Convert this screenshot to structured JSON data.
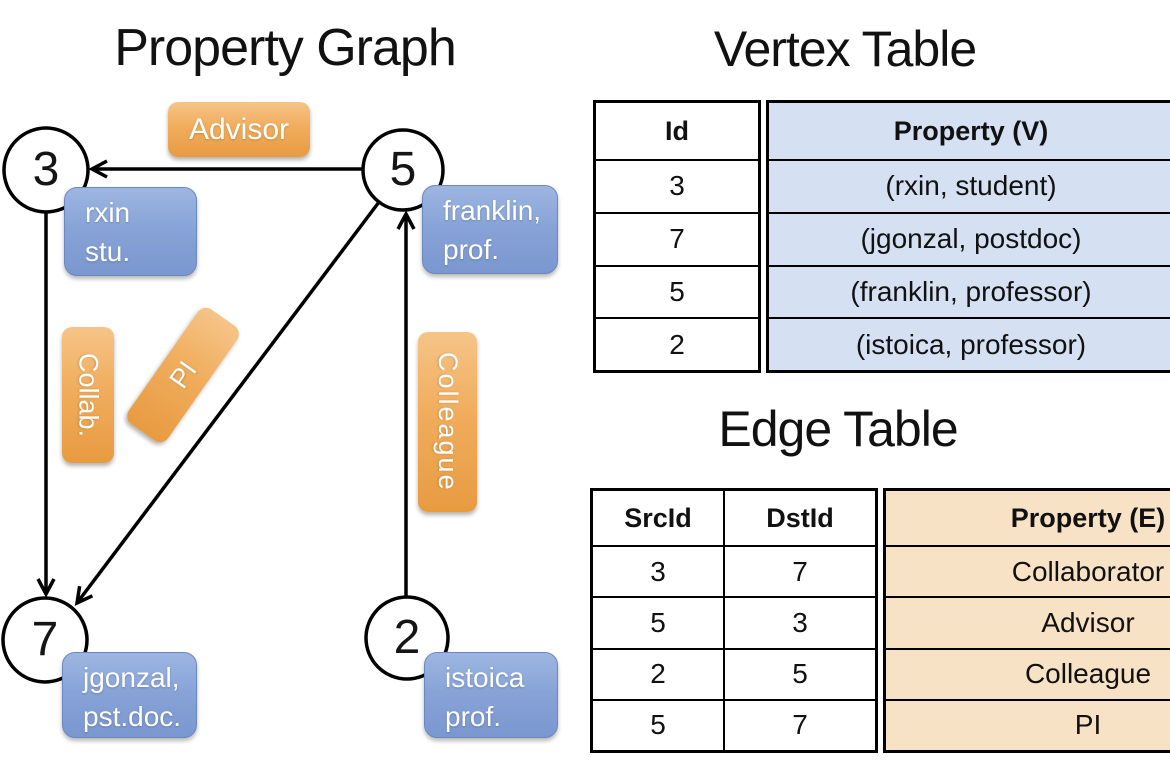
{
  "titles": {
    "graph": "Property Graph",
    "vertex_table": "Vertex Table",
    "edge_table": "Edge Table"
  },
  "graph": {
    "nodes": [
      {
        "id": "3",
        "property_line1": "rxin",
        "property_line2": "stu."
      },
      {
        "id": "5",
        "property_line1": "franklin,",
        "property_line2": "prof."
      },
      {
        "id": "7",
        "property_line1": "jgonzal,",
        "property_line2": "pst.doc."
      },
      {
        "id": "2",
        "property_line1": "istoica",
        "property_line2": "prof."
      }
    ],
    "edge_labels": {
      "advisor": "Advisor",
      "collab": "Collab.",
      "pi": "PI",
      "colleague": "Colleague"
    }
  },
  "vertex_table": {
    "headers": {
      "id": "Id",
      "property": "Property (V)"
    },
    "rows": [
      {
        "id": "3",
        "property": "(rxin, student)"
      },
      {
        "id": "7",
        "property": "(jgonzal, postdoc)"
      },
      {
        "id": "5",
        "property": "(franklin, professor)"
      },
      {
        "id": "2",
        "property": "(istoica, professor)"
      }
    ]
  },
  "edge_table": {
    "headers": {
      "src": "SrcId",
      "dst": "DstId",
      "property": "Property (E)"
    },
    "rows": [
      {
        "src": "3",
        "dst": "7",
        "property": "Collaborator"
      },
      {
        "src": "5",
        "dst": "3",
        "property": "Advisor"
      },
      {
        "src": "2",
        "dst": "5",
        "property": "Colleague"
      },
      {
        "src": "5",
        "dst": "7",
        "property": "PI"
      }
    ]
  },
  "colors": {
    "edge_label_orange_top": "#f6c488",
    "edge_label_orange_bottom": "#e89b41",
    "vertex_box_blue_top": "#9db6e1",
    "vertex_box_blue_bottom": "#7b97d0",
    "vertex_table_fill": "#d5e0f3",
    "edge_table_fill": "#f7e2c6",
    "line_color": "#000000",
    "text_on_boxes": "#ffffff"
  }
}
